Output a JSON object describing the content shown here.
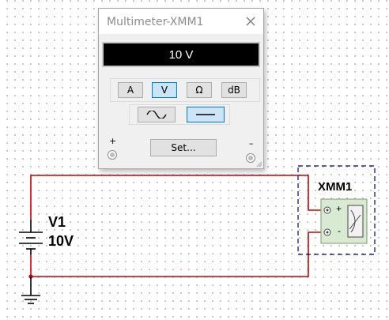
{
  "window": {
    "title": "Multimeter-XMM1",
    "display_value": "10 V"
  },
  "mode_buttons": [
    {
      "label": "A",
      "active": false
    },
    {
      "label": "V",
      "active": true
    },
    {
      "label": "Ω",
      "active": false
    },
    {
      "label": "dB",
      "active": false
    }
  ],
  "signal_buttons": [
    {
      "icon": "ac-wave-icon",
      "active": false
    },
    {
      "icon": "dc-line-icon",
      "active": true
    }
  ],
  "set_button_label": "Set...",
  "terminals": {
    "positive": "+",
    "negative": "–"
  },
  "schematic": {
    "source_name": "V1",
    "source_value": "10V",
    "meter_name": "XMM1",
    "meter_plus": "+",
    "meter_minus": "-",
    "wire_color": "#cc0000",
    "selection_color": "#000080"
  }
}
